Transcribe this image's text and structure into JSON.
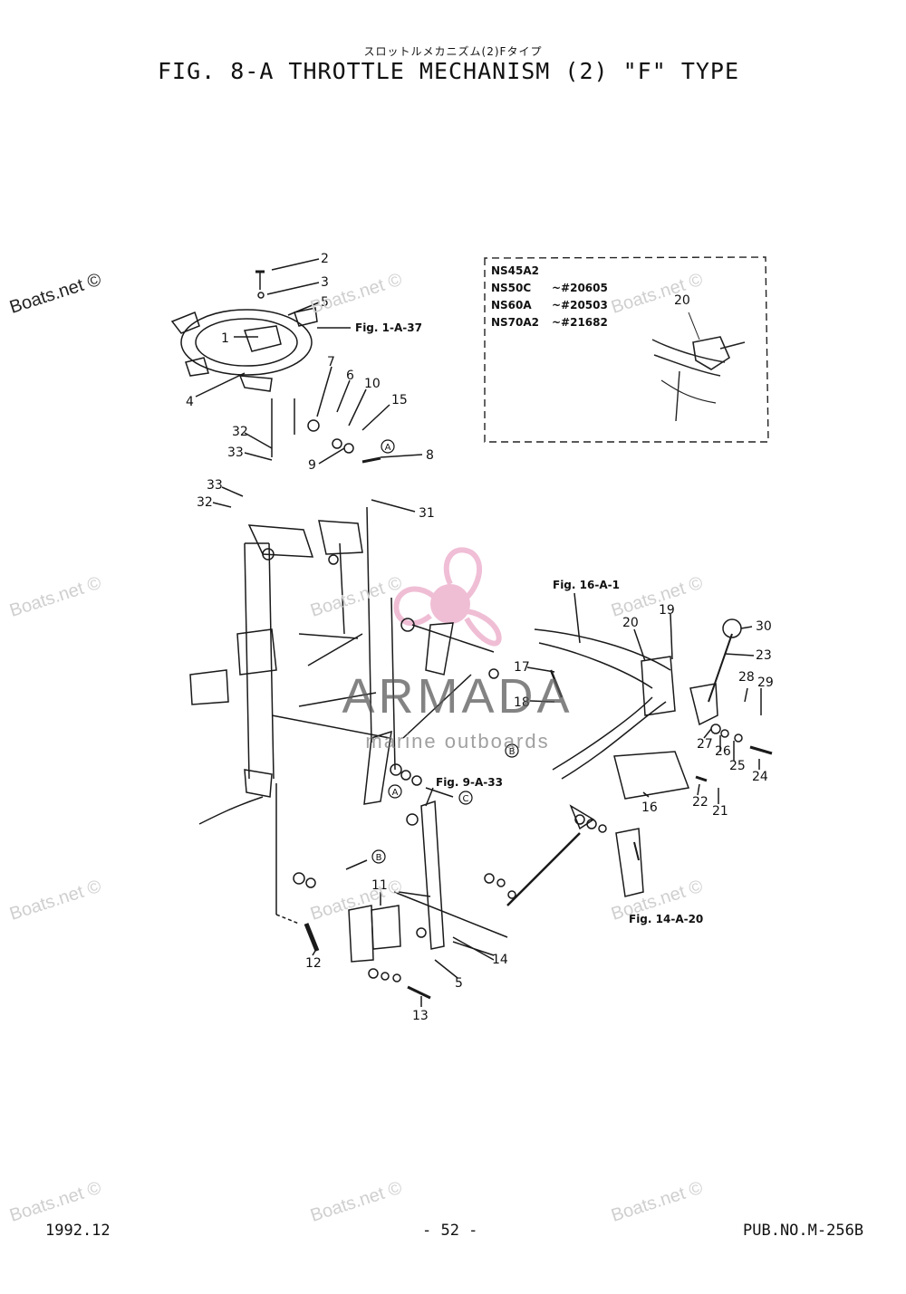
{
  "header": {
    "japanese_title": "スロットルメカニズム(2)Fタイプ",
    "title": "FIG.  8-A THROTTLE MECHANISM (2) \"F\" TYPE"
  },
  "footer": {
    "date": "1992.12",
    "page": "- 52 -",
    "pub": "PUB.NO.M-256B"
  },
  "watermarks": {
    "site": "Boats.net ©",
    "brand": "ARMADA",
    "brand_sub": "marine outboards"
  },
  "inset": {
    "models": [
      {
        "model": "NS45A2",
        "serial": ""
      },
      {
        "model": "NS50C",
        "serial": "~#20605"
      },
      {
        "model": "NS60A",
        "serial": "~#20503"
      },
      {
        "model": "NS70A2",
        "serial": "~#21682"
      }
    ],
    "callout": "20"
  },
  "figure_refs": {
    "fig_1a37": "Fig. 1-A-37",
    "fig_16a1": "Fig. 16-A-1",
    "fig_9a33": "Fig. 9-A-33",
    "fig_14a20": "Fig. 14-A-20"
  },
  "circle_labels": {
    "a": "A",
    "b": "B",
    "c": "C"
  },
  "callouts": {
    "c1": "1",
    "c2": "2",
    "c3": "3",
    "c4": "4",
    "c5a": "5",
    "c5b": "5",
    "c6": "6",
    "c7": "7",
    "c8": "8",
    "c9": "9",
    "c10": "10",
    "c11": "11",
    "c12": "12",
    "c13": "13",
    "c14": "14",
    "c15": "15",
    "c16": "16",
    "c17": "17",
    "c18": "18",
    "c19": "19",
    "c20": "20",
    "c21": "21",
    "c22": "22",
    "c23": "23",
    "c24": "24",
    "c25": "25",
    "c26": "26",
    "c27": "27",
    "c28": "28",
    "c29": "29",
    "c30": "30",
    "c31": "31",
    "c32a": "32",
    "c32b": "32",
    "c33a": "33",
    "c33b": "33"
  }
}
